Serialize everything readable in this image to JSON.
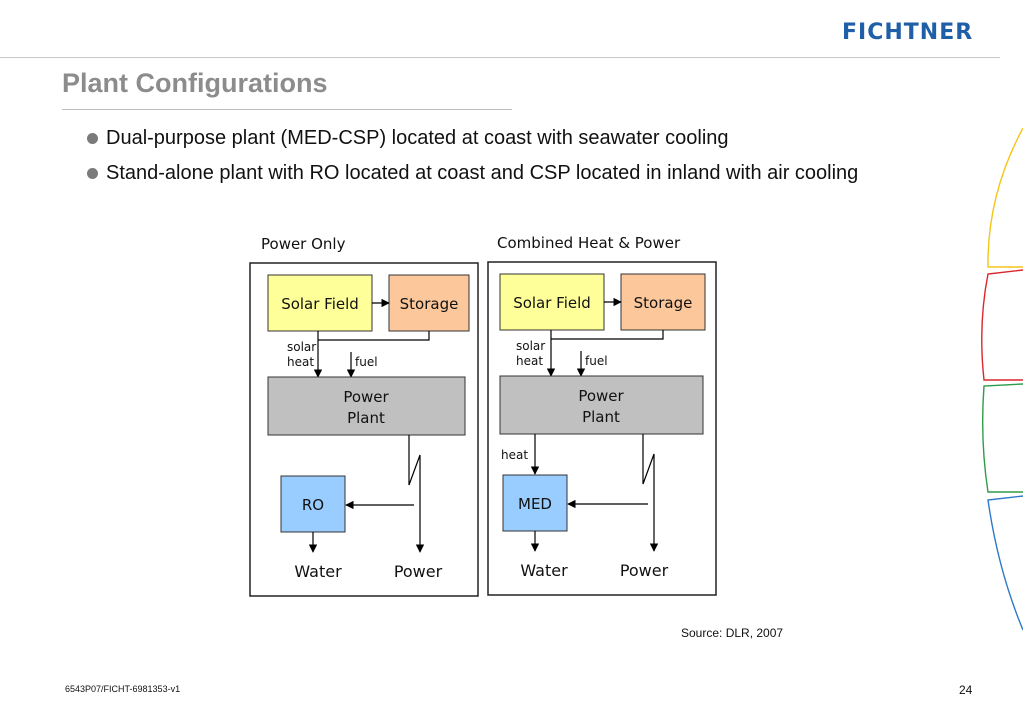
{
  "header": {
    "logo_text": "FICHTNER",
    "brand_color": "#1f5fa8"
  },
  "title": "Plant Configurations",
  "bullets": [
    "Dual-purpose plant (MED-CSP) located at coast with seawater cooling",
    "Stand-alone plant with RO located at coast and CSP located in inland with air cooling"
  ],
  "diagram": {
    "left": {
      "caption": "Power Only",
      "solar_field": "Solar Field",
      "storage": "Storage",
      "solar_heat": [
        "solar",
        "heat"
      ],
      "fuel": "fuel",
      "power_plant": [
        "Power",
        "Plant"
      ],
      "unit": "RO",
      "water": "Water",
      "power": "Power"
    },
    "right": {
      "caption": "Combined Heat & Power",
      "solar_field": "Solar Field",
      "storage": "Storage",
      "solar_heat": [
        "solar",
        "heat"
      ],
      "fuel": "fuel",
      "power_plant": [
        "Power",
        "Plant"
      ],
      "heat": "heat",
      "unit": "MED",
      "water": "Water",
      "power": "Power"
    },
    "colors": {
      "solar_field": "#ffff99",
      "storage": "#fbc79b",
      "power_plant": "#c0c0c0",
      "unit": "#99ccff"
    }
  },
  "source": "Source: DLR, 2007",
  "footer": {
    "doc_id": "6543P07/FICHT-6981353-v1",
    "page": "24"
  },
  "decoration": {
    "arc_colors": [
      "#f5c518",
      "#d9262c",
      "#2e9c4a",
      "#2f79c8"
    ]
  }
}
